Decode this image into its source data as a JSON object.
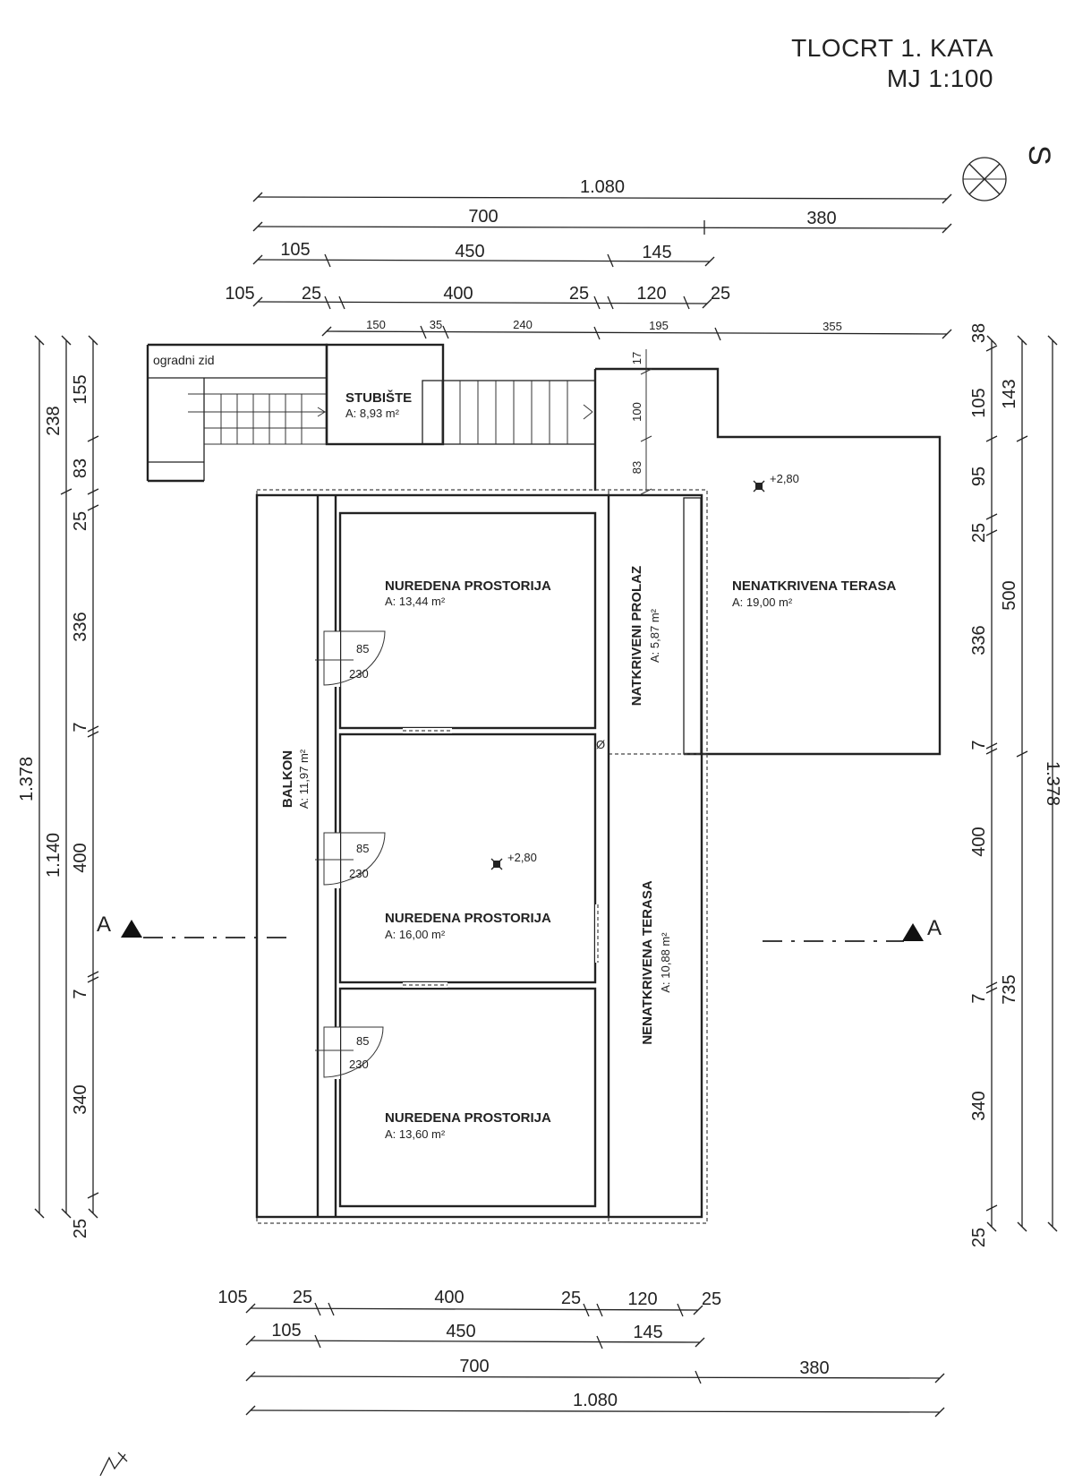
{
  "title": {
    "line1": "TLOCRT 1. KATA",
    "line2": "MJ  1:100"
  },
  "north_label": "S",
  "dims_top": {
    "total": "1.080",
    "row2": [
      "700",
      "380"
    ],
    "row3": [
      "105",
      "450",
      "145"
    ],
    "row4": [
      "105",
      "25",
      "400",
      "25",
      "120",
      "25"
    ],
    "row5": [
      "150",
      "35",
      "240",
      "195",
      "355"
    ]
  },
  "dims_bottom": {
    "row1": [
      "105",
      "25",
      "400",
      "25",
      "120",
      "25"
    ],
    "row2": [
      "105",
      "450",
      "145"
    ],
    "row3": [
      "700",
      "380"
    ],
    "total": "1.080"
  },
  "dims_left": {
    "outer": "1.378",
    "mid": [
      "238",
      "1.140"
    ],
    "inner": [
      "155",
      "83",
      "25",
      "336",
      "7",
      "400",
      "7",
      "340",
      "25"
    ]
  },
  "dims_right": {
    "inner": [
      "38",
      "105",
      "95",
      "25",
      "336",
      "7",
      "400",
      "7",
      "340",
      "25"
    ],
    "mid": [
      "143",
      "500",
      "735"
    ],
    "outer": "1.378"
  },
  "stair_dims": [
    "17",
    "100",
    "83"
  ],
  "rooms": {
    "ogradni": "ogradni zid",
    "stubiste": {
      "name": "STUBIŠTE",
      "area": "A: 8,93 m²"
    },
    "room1": {
      "name": "NUREDENA PROSTORIJA",
      "area": "A: 13,44 m²"
    },
    "room2": {
      "name": "NUREDENA PROSTORIJA",
      "area": "A: 16,00 m²"
    },
    "room3": {
      "name": "NUREDENA PROSTORIJA",
      "area": "A: 13,60 m²"
    },
    "balkon": {
      "name": "BALKON",
      "area": "A: 11,97 m²"
    },
    "prolaz": {
      "name": "NATKRIVENI PROLAZ",
      "area": "A: 5,87 m²"
    },
    "terasa_top": {
      "name": "NENATKRIVENA TERASA",
      "area": "A: 19,00 m²"
    },
    "terasa_bottom": {
      "name": "NENATKRIVENA TERASA",
      "area": "A: 10,88 m²"
    }
  },
  "doors": [
    {
      "w": "85",
      "h": "230"
    },
    {
      "w": "85",
      "h": "230"
    },
    {
      "w": "85",
      "h": "230"
    }
  ],
  "levels": [
    "+2,80",
    "+2,80"
  ],
  "section_label": "A",
  "small_marker": "Ø"
}
